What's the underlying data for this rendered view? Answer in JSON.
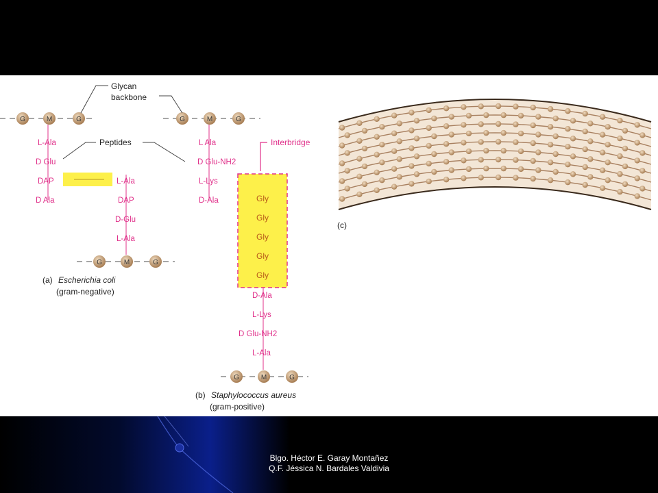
{
  "figure": {
    "glycan_backbone_label_line1": "Glycan",
    "glycan_backbone_label_line2": "backbone",
    "peptides_label": "Peptides",
    "interbridge_label": "Interbridge",
    "sugar_g": "G",
    "sugar_m": "M",
    "panel_a": {
      "left_chain": [
        "L-Ala",
        "D Glu",
        "DAP",
        "D Ala"
      ],
      "right_chain": [
        "L-Ala",
        "DAP",
        "D-Glu",
        "L-Ala"
      ],
      "caption_tag": "(a)",
      "caption_species": "Escherichia coli",
      "caption_note": "(gram-negative)"
    },
    "panel_b": {
      "top_chain": [
        "L Ala",
        "D Glu-NH2",
        "L-Lys",
        "D-Ala"
      ],
      "bridge": [
        "Gly",
        "Gly",
        "Gly",
        "Gly",
        "Gly"
      ],
      "bottom_chain": [
        "D-Ala",
        "L-Lys",
        "D Glu-NH2",
        "L-Ala"
      ],
      "caption_tag": "(b)",
      "caption_species": "Staphylococcus aureus",
      "caption_note": "(gram-positive)"
    },
    "panel_c": {
      "caption_tag": "(c)"
    }
  },
  "colors": {
    "peptide_text": "#e0308a",
    "highlight": "#fdf04a",
    "bead": "#c8a27a",
    "strand": "#a88060"
  },
  "footer": {
    "line1": "Blgo. Héctor E. Garay Montañez",
    "line2": "Q.F. Jéssica N. Bardales Valdivia"
  }
}
